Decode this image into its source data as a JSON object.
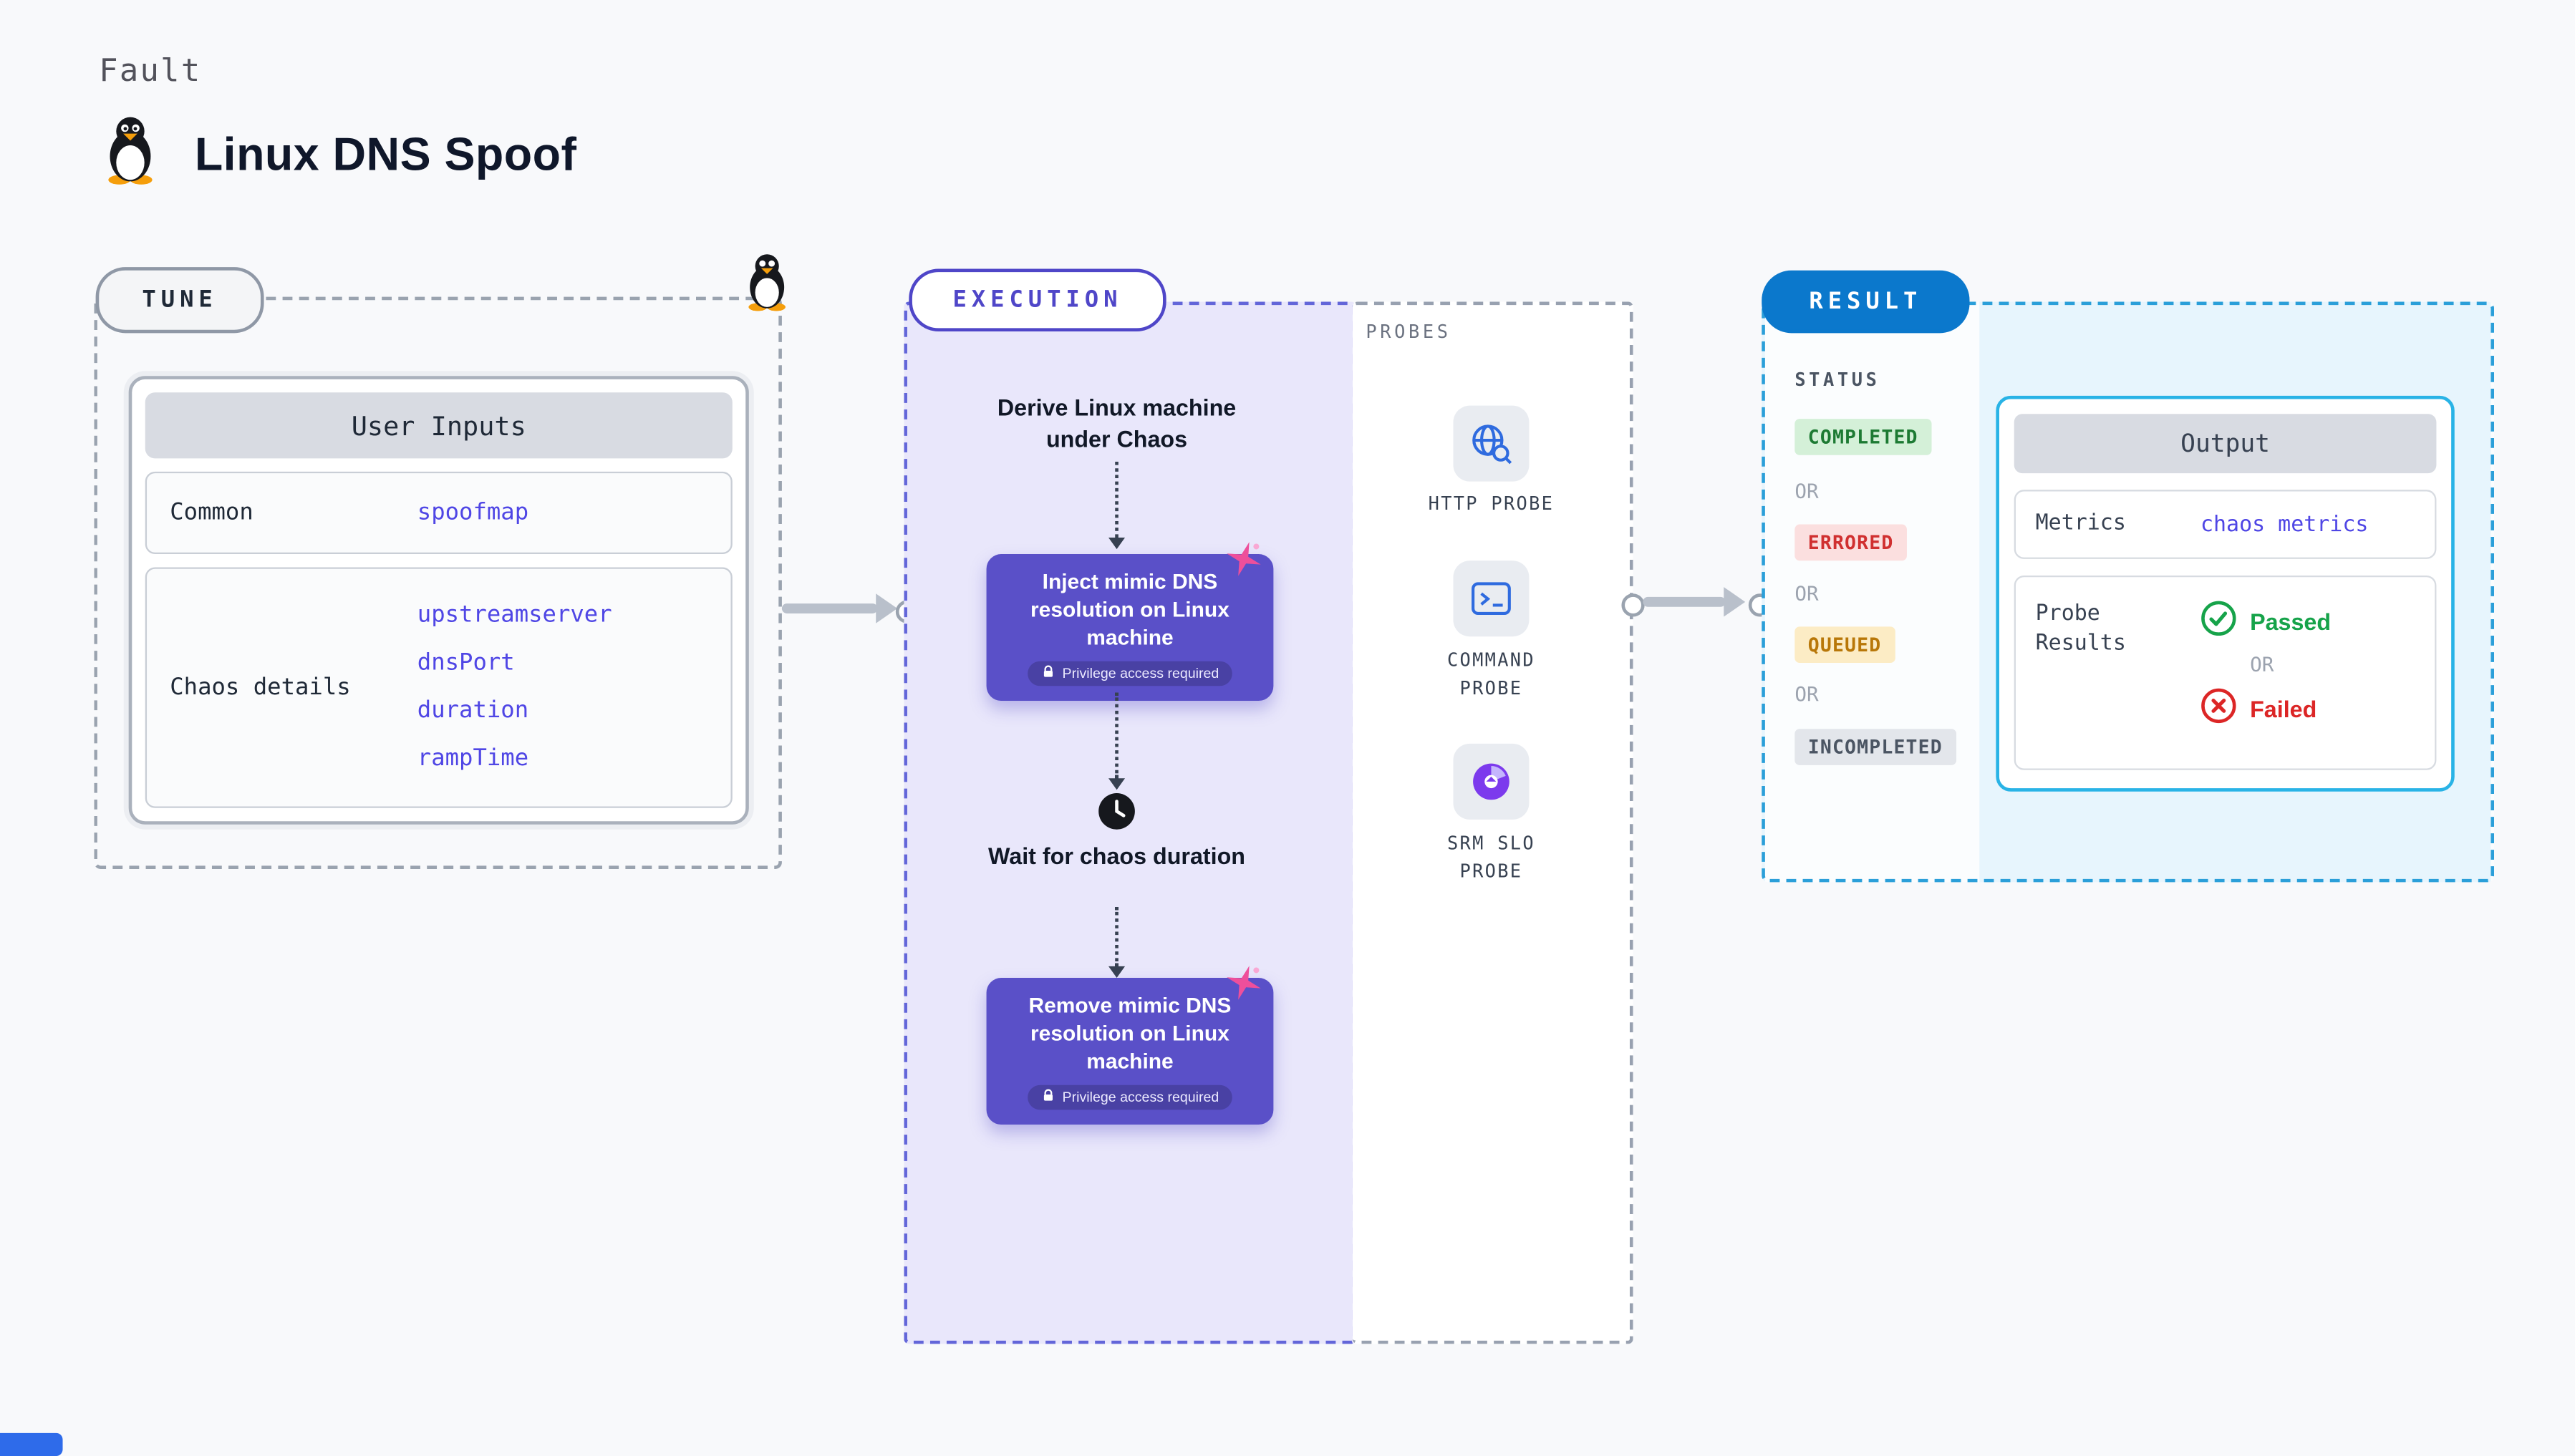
{
  "header": {
    "kicker": "Fault",
    "title": "Linux DNS Spoof"
  },
  "tune": {
    "label": "TUNE",
    "card": {
      "header": "User Inputs",
      "rows": [
        {
          "label": "Common",
          "values": [
            "spoofmap"
          ]
        },
        {
          "label": "Chaos details",
          "values": [
            "upstreamserver",
            "dnsPort",
            "duration",
            "rampTime"
          ]
        }
      ]
    }
  },
  "execution": {
    "label": "EXECUTION",
    "steps": {
      "derive": "Derive Linux machine under Chaos",
      "inject": "Inject mimic DNS resolution on Linux machine",
      "privilege": "Privilege access required",
      "wait": "Wait for chaos duration",
      "remove": "Remove mimic DNS resolution on Linux machine"
    }
  },
  "probes": {
    "label": "PROBES",
    "items": [
      {
        "name": "HTTP PROBE",
        "icon": "http-probe-icon"
      },
      {
        "name": "COMMAND PROBE",
        "icon": "command-probe-icon"
      },
      {
        "name": "SRM SLO PROBE",
        "icon": "srm-slo-probe-icon"
      }
    ]
  },
  "result": {
    "label": "RESULT",
    "status": {
      "heading": "STATUS",
      "separator": "OR",
      "badges": [
        {
          "label": "COMPLETED"
        },
        {
          "label": "ERRORED"
        },
        {
          "label": "QUEUED"
        },
        {
          "label": "INCOMPLETED"
        }
      ]
    },
    "output": {
      "header": "Output",
      "metrics_label": "Metrics",
      "metrics_value": "chaos metrics",
      "probe_results_label": "Probe Results",
      "passed": "Passed",
      "separator": "OR",
      "failed": "Failed"
    }
  },
  "colors": {
    "accent_purple": "#5a50c8",
    "execution_border": "#6366d9",
    "result_blue": "#0b78cc",
    "result_border": "#2b9fd9",
    "link_indigo": "#4f46e5",
    "passed_green": "#16a34a",
    "failed_red": "#dc2626",
    "completed_bg": "#d4f0d8",
    "completed_fg": "#1d7a33",
    "errored_bg": "#fbdfdf",
    "errored_fg": "#d03030",
    "queued_bg": "#fcecc5",
    "queued_fg": "#b87708",
    "incompleted_bg": "#e3e6eb",
    "incompleted_fg": "#4b5563",
    "probe_icon_blue": "#2f6bdf",
    "srm_purple": "#7c3aed",
    "burst_pink": "#ee4f9b"
  }
}
